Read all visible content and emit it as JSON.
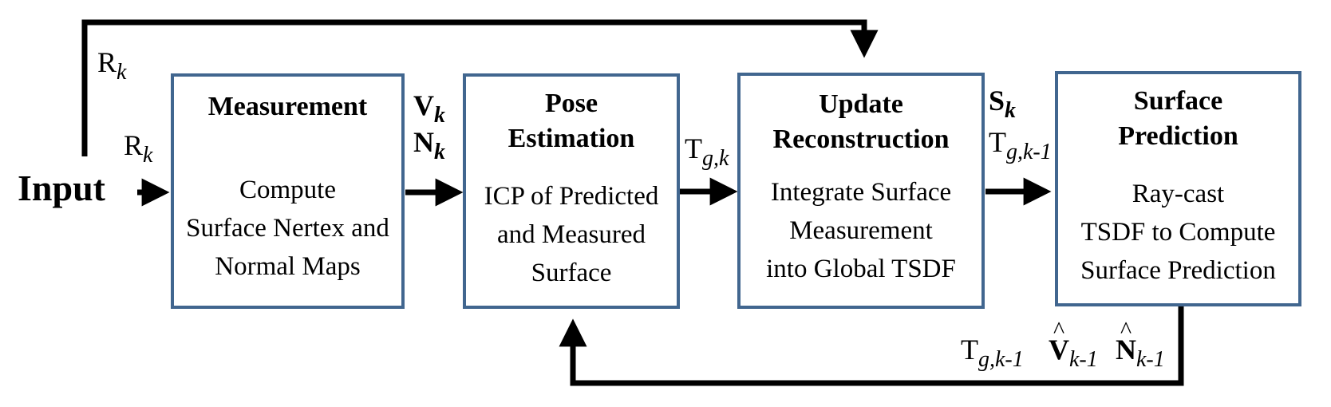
{
  "input_label": "Input",
  "boxes": {
    "measurement": {
      "title": [
        "Measurement"
      ],
      "text": [
        "Compute",
        "Surface Nertex and",
        "Normal Maps"
      ]
    },
    "pose": {
      "title": [
        "Pose",
        "Estimation"
      ],
      "text": [
        "ICP of Predicted",
        "and Measured",
        "Surface"
      ]
    },
    "update": {
      "title": [
        "Update",
        "Reconstruction"
      ],
      "text": [
        "Integrate Surface",
        "Measurement",
        "into Global TSDF"
      ]
    },
    "surface": {
      "title": [
        "Surface",
        "Prediction"
      ],
      "text": [
        "Ray-cast",
        "TSDF to Compute",
        "Surface Prediction"
      ]
    }
  },
  "labels": {
    "r_top": {
      "base": "R",
      "sub": "k"
    },
    "r_input": {
      "base": "R",
      "sub": "k"
    },
    "v": {
      "base": "V",
      "sub": "k"
    },
    "n": {
      "base": "N",
      "sub": "k"
    },
    "t_gk": {
      "base": "T",
      "sub": "g,k"
    },
    "s": {
      "base": "S",
      "sub": "k"
    },
    "t_gk1": {
      "base": "T",
      "sub": "g,k-1"
    },
    "fb_t": {
      "base": "T",
      "sub": "g,k-1"
    },
    "fb_v": {
      "base": "V",
      "sub": "k-1"
    },
    "fb_n": {
      "base": "N",
      "sub": "k-1"
    }
  },
  "colors": {
    "box_border": "#41668f",
    "arrow": "#000000"
  }
}
